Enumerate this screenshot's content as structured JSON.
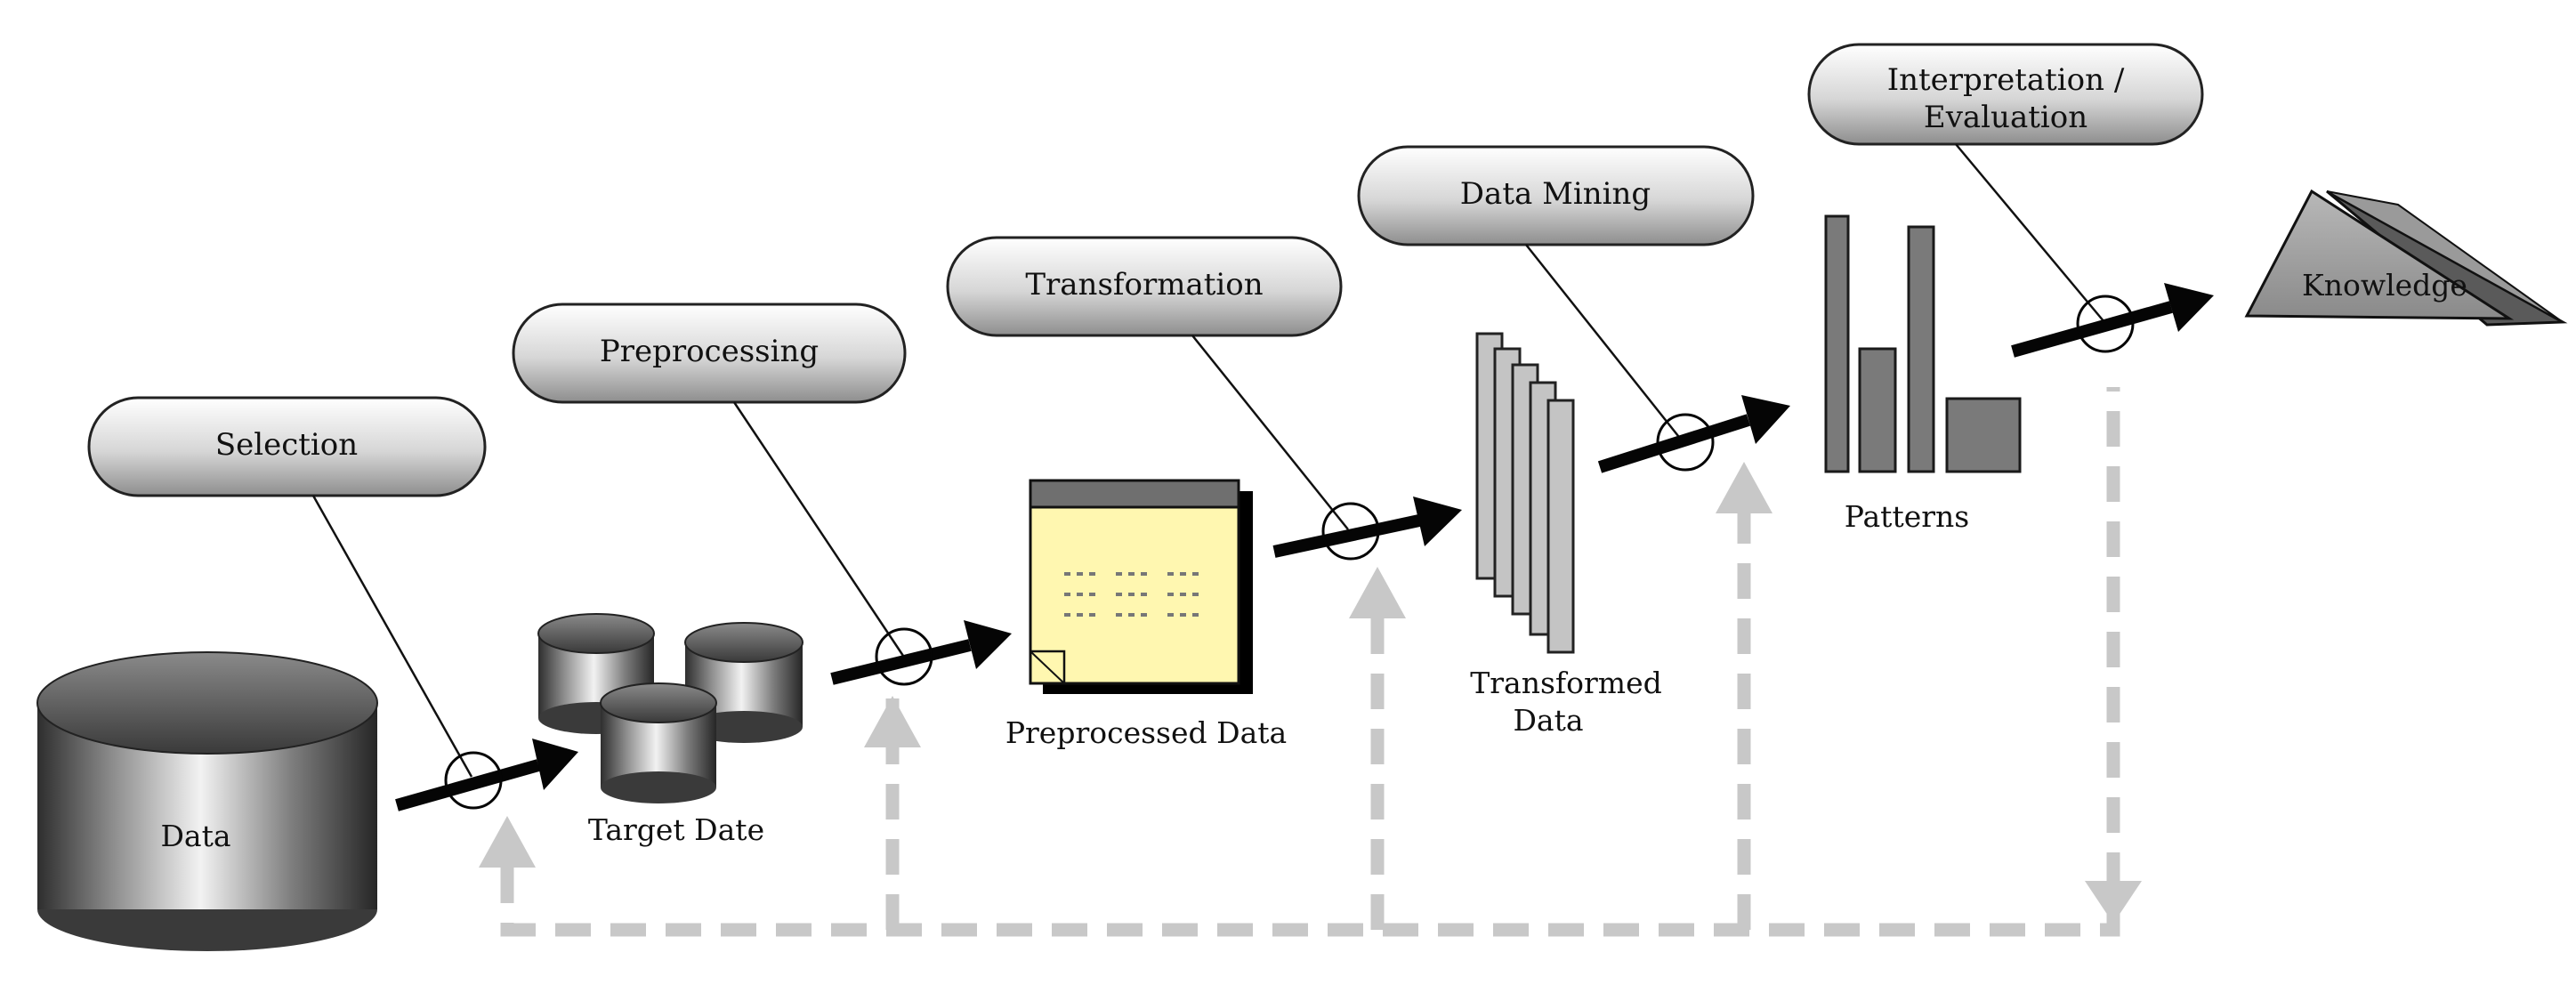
{
  "stages": {
    "selection": "Selection",
    "preprocessing": "Preprocessing",
    "transformation": "Transformation",
    "data_mining": "Data Mining",
    "interpretation_line1": "Interpretation /",
    "interpretation_line2": "Evaluation"
  },
  "items": {
    "data": "Data",
    "target_data": "Target Date",
    "preprocessed_data": "Preprocessed Data",
    "transformed_data_line1": "Transformed",
    "transformed_data_line2": "Data",
    "patterns": "Patterns",
    "knowledge": "Knowledge"
  },
  "colors": {
    "feedback_line": "#c8c8c8",
    "document_fill": "#fff7b0",
    "stage_label_fill": "#c9c9c9"
  }
}
